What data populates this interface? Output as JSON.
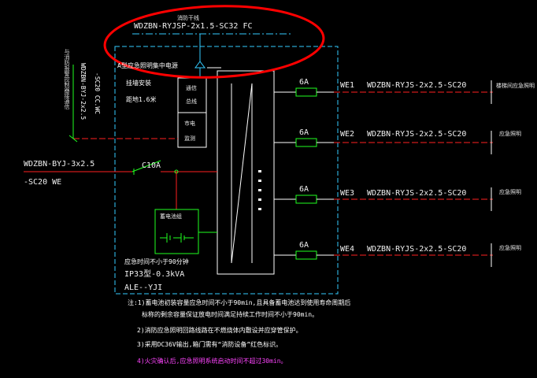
{
  "top_cable": {
    "label": "消防干线",
    "spec": "WDZBN-RYJSP-2x1.5-SC32 FC"
  },
  "box": {
    "title": "A型应急照明集中电源",
    "install": [
      "挂墙安装",
      "距地1.6米"
    ]
  },
  "modules": {
    "bus": [
      "通信",
      "总线"
    ],
    "monitor": [
      "市电",
      "监测"
    ],
    "battery": "蓄电池组"
  },
  "supply": {
    "left_vertical": "与消防报警控制器接通信",
    "cable_vertical": "WDZBN-BYJ-2x2.5",
    "conduit_vertical": "-SC20 CC.WC",
    "input_cable": "WDZBN-BYJ-3x2.5",
    "input_conduit": "-SC20 WE",
    "breaker": "C10A"
  },
  "specs": [
    "应急时间不小于90分钟",
    "IP33型-0.3kVA",
    "ALE--YJI"
  ],
  "circuits": [
    {
      "fuse": "6A",
      "name": "WE1",
      "cable": "WDZBN-RYJS-2x2.5-SC20",
      "load": "楼梯间应急照明"
    },
    {
      "fuse": "6A",
      "name": "WE2",
      "cable": "WDZBN-RYJS-2x2.5-SC20",
      "load": "应急照明"
    },
    {
      "fuse": "6A",
      "name": "WE3",
      "cable": "WDZBN-RYJS-2x2.5-SC20",
      "load": "应急照明"
    },
    {
      "fuse": "6A",
      "name": "WE4",
      "cable": "WDZBN-RYJS-2x2.5-SC20",
      "load": "应急照明"
    }
  ],
  "notes": [
    "注:1)蓄电池初装容量应急时间不小于90min,且具备蓄电池达到使用寿命周期后",
    "标称的剩余容量保证放电时间满足持续工作时间不小于90min。",
    "2)消防应急照明回路线路在不燃烧体内敷设并应穿管保护。",
    "3)采用DC36V输出,箱门需有“消防设备”红色标识。",
    "4)火灾确认后,应急照明系统启动时间不超过30min。"
  ],
  "colors": {
    "cyan": "#33ccff",
    "red": "#ff2020",
    "green": "#20ff20",
    "white": "#ffffff",
    "magenta": "#ff44ff",
    "annotation": "#ff0000"
  }
}
